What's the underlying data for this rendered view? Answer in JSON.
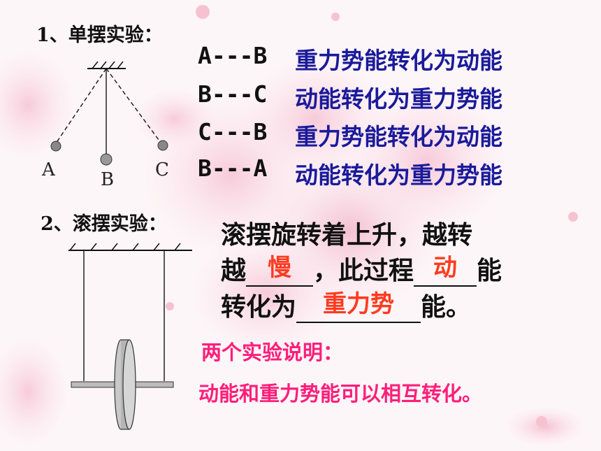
{
  "section1": {
    "title": "1、单摆实验：",
    "point_labels": [
      "A",
      "B",
      "C"
    ],
    "phases": [
      {
        "path": "A---B",
        "desc": "重力势能转化为动能"
      },
      {
        "path": "B---C",
        "desc": "动能转化为重力势能"
      },
      {
        "path": "C---B",
        "desc": "重力势能转化为动能"
      },
      {
        "path": "B---A",
        "desc": "动能转化为重力势能"
      }
    ]
  },
  "section2": {
    "title": "2、滚摆实验：",
    "line1": "滚摆旋转着上升，越转",
    "line2_prefix": "越",
    "blank1": "慢",
    "line2_middle": "，此过程",
    "blank2": "动",
    "line2_suffix": "能",
    "line3_prefix": "转化为",
    "blank3": "重力势",
    "line3_suffix": "能。"
  },
  "conclusion": {
    "heading": "两个实验说明：",
    "text": "动能和重力势能可以相互转化。"
  },
  "colors": {
    "phase_desc": "#1a1a9a",
    "answer": "#ff3b1f",
    "conclusion": "#ff1e7a",
    "background": "#fdf6f8"
  }
}
